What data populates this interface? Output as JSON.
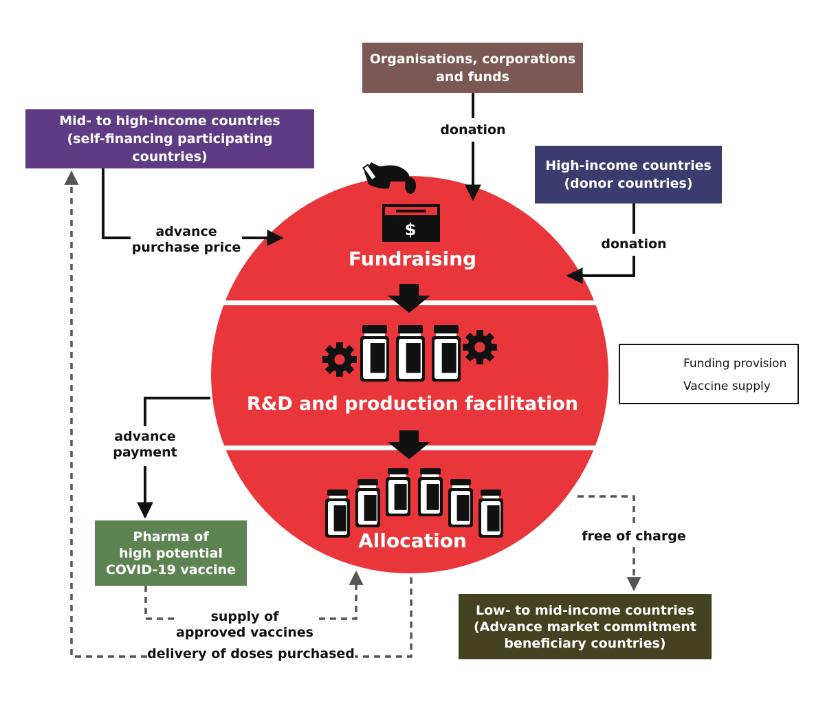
{
  "colors": {
    "circle": "#e8363b",
    "organisations": "#7b5853",
    "mid_high": "#5f3b86",
    "high_income": "#3c3b6d",
    "pharma": "#5d8352",
    "low_mid": "#444220",
    "line": "#111111",
    "dashed": "#555555"
  },
  "boxes": {
    "organisations": [
      "Organisations, corporations",
      "and funds"
    ],
    "mid_high_income": [
      "Mid- to high-income countries",
      "(self-financing participating countries)"
    ],
    "high_income": [
      "High-income countries",
      "(donor countries)"
    ],
    "pharma": [
      "Pharma of",
      "high potential",
      "COVID-19 vaccine"
    ],
    "low_mid_income": [
      "Low- to mid-income countries",
      "(Advance market commitment",
      "beneficiary countries)"
    ]
  },
  "stages": {
    "fundraising": "Fundraising",
    "rnd": "R&D and production facilitation",
    "allocation": "Allocation"
  },
  "labels": {
    "donation_top": "donation",
    "donation_right": "donation",
    "advance_purchase": [
      "advance",
      "purchase price"
    ],
    "advance_payment": [
      "advance",
      "payment"
    ],
    "free_of_charge": "free of charge",
    "supply_approved": [
      "supply of",
      "approved vaccines"
    ],
    "delivery": "delivery of doses purchased"
  },
  "legend": {
    "funding": "Funding provision",
    "vaccine": "Vaccine supply"
  },
  "icons": {
    "donation": "hand-coin-box-icon",
    "dollar": "$",
    "production": "gears-and-vials-icon",
    "allocation": "vials-icon"
  }
}
